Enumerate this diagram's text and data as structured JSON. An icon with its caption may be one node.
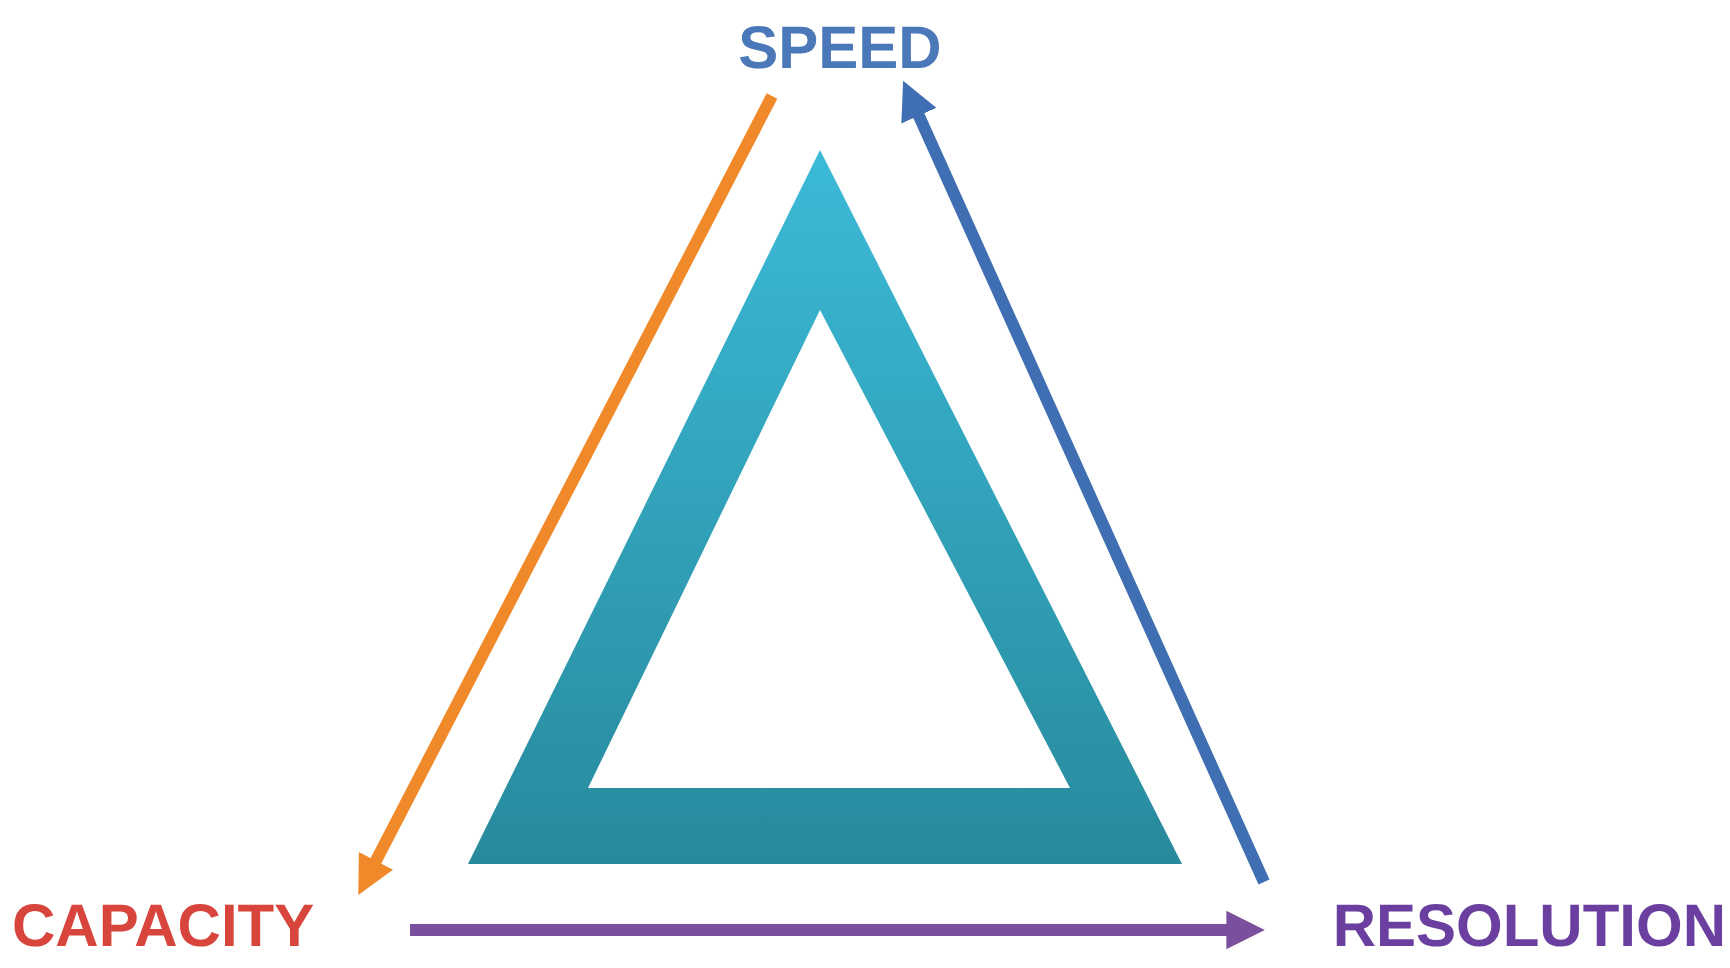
{
  "diagram": {
    "nodes": [
      {
        "text": [
          "SPEED"
        ]
      },
      {
        "text": [
          "CAPACITY"
        ]
      },
      {
        "text": [
          "RESOLUTION"
        ]
      }
    ],
    "edges": [
      {
        "from": 0,
        "to": 1,
        "arrow": "to",
        "color": "#f0892a"
      },
      {
        "from": 2,
        "to": 0,
        "arrow": "to",
        "color": "#3f6fb2"
      },
      {
        "from": 1,
        "to": 2,
        "arrow": "to",
        "color": "#7a509e"
      }
    ]
  }
}
